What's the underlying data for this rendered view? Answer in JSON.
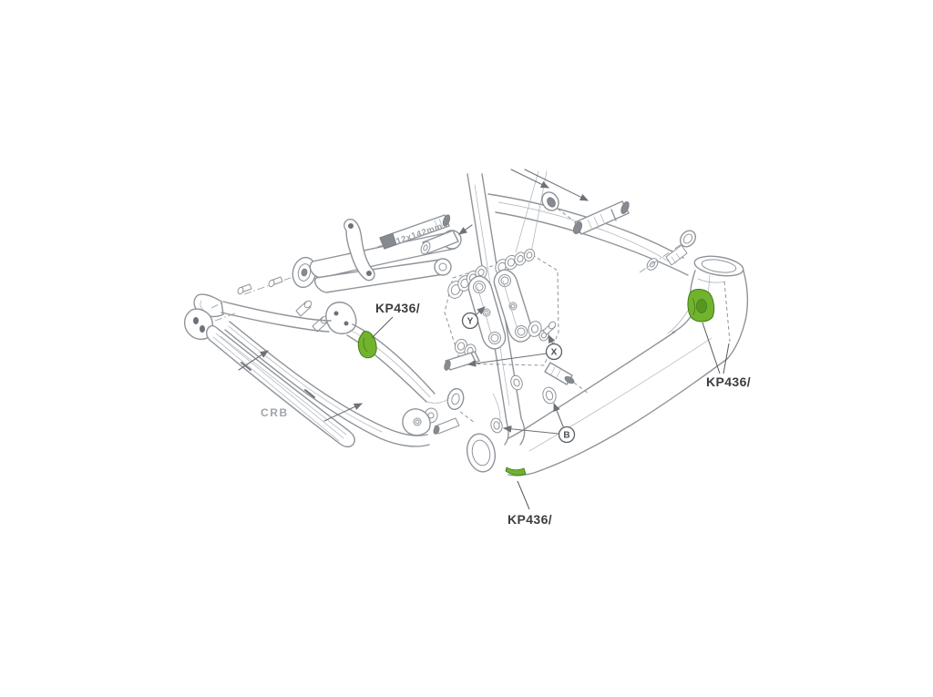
{
  "diagram": {
    "part_labels": [
      {
        "text": "KP436/"
      },
      {
        "text": "KP436/"
      },
      {
        "text": "KP436/"
      }
    ],
    "material_label": "CRB",
    "axle_marking": "12x142mm",
    "callouts": [
      {
        "text": "Y"
      },
      {
        "text": "X"
      },
      {
        "text": "B"
      }
    ],
    "colors": {
      "line": "#8f949a",
      "label_text": "#3b3d40",
      "material_text": "#a0a5ab",
      "highlight": "#72b32d",
      "highlight_dark": "#3f7d1a"
    }
  }
}
